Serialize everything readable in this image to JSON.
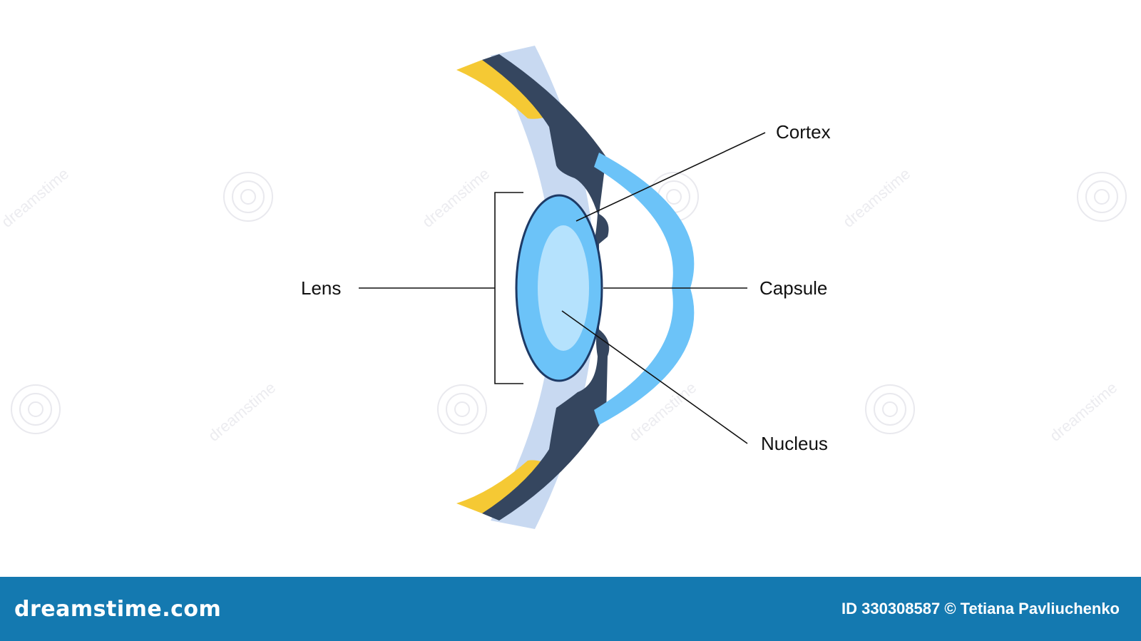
{
  "labels": {
    "cortex": "Cortex",
    "lens": "Lens",
    "capsule": "Capsule",
    "nucleus": "Nucleus"
  },
  "watermark": {
    "text": "dreamstime"
  },
  "footer": {
    "brand": "dreamstime.com",
    "credit": "ID 330308587 © Tetiana Pavliuchenko"
  },
  "colors": {
    "cornea": "#c8d9f1",
    "sclera_dark": "#35465f",
    "iris_yellow": "#f5c934",
    "cornea_ring": "#6cc3f8",
    "lens_outer": "#6cc3f8",
    "lens_inner": "#b5e2fd",
    "lens_outline": "#1d3a66",
    "footer_bg": "#1479b0"
  },
  "icons": [
    "swirl-watermark-icon"
  ]
}
